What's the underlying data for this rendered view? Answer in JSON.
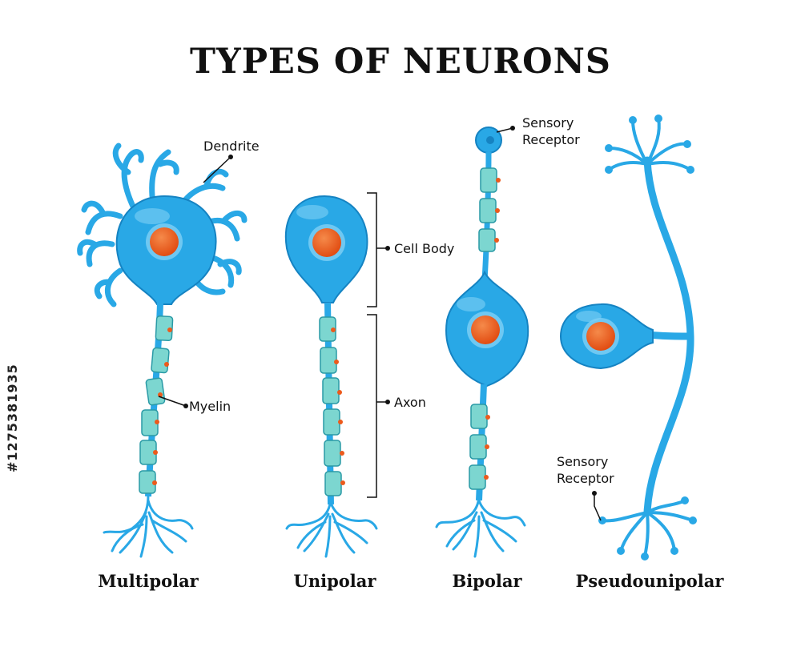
{
  "title": "TYPES OF NEURONS",
  "neuron_types": [
    "Multipolar",
    "Unipolar",
    "Bipolar",
    "Pseudounipolar"
  ],
  "labels": {
    "dendrite": "Dendrite",
    "myelin": "Myelin",
    "cell_body": "Cell Body",
    "axon": "Axon",
    "sensory_receptor_line1": "Sensory",
    "sensory_receptor_line2": "Receptor"
  },
  "stock_id": "#1275381935",
  "colors": {
    "cell": "#29a8e6",
    "cell_dark": "#1583c2",
    "cell_light": "#7fd0f5",
    "nucleus": "#ec5a1c",
    "myelin": "#7cd6d0",
    "myelin_edge": "#2a9aa6",
    "node": "#ec5a1c"
  }
}
